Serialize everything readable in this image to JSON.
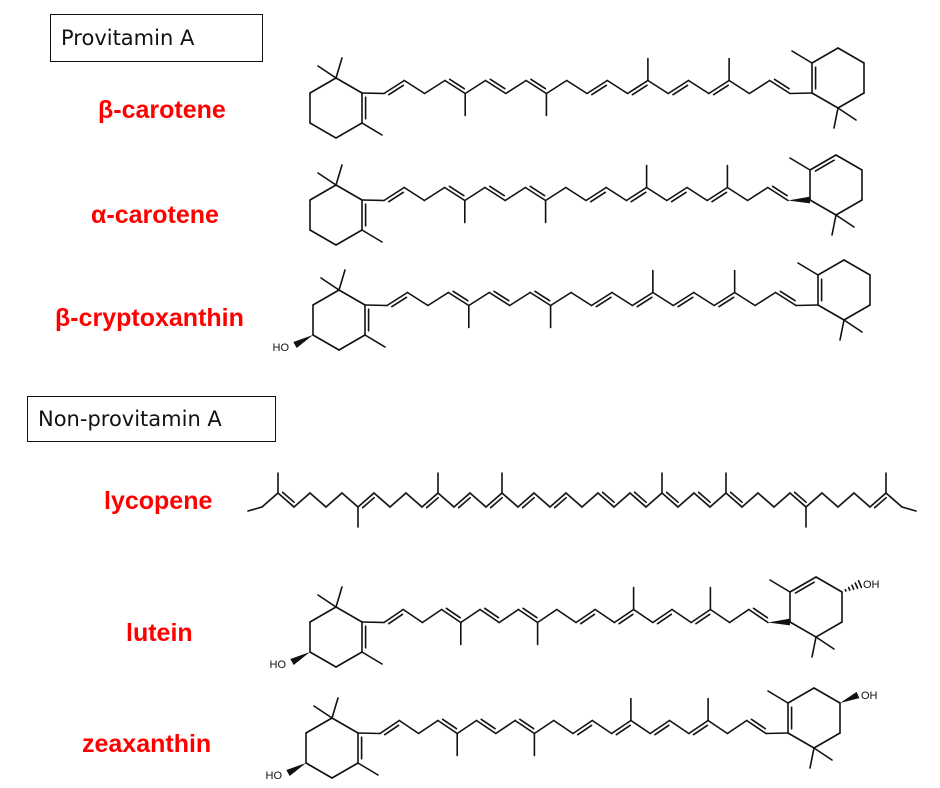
{
  "groups": [
    {
      "label": "Provitamin A"
    },
    {
      "label": "Non-provitamin A"
    }
  ],
  "compounds": [
    {
      "name": "β-carotene"
    },
    {
      "name": "α-carotene"
    },
    {
      "name": "β-cryptoxanthin"
    },
    {
      "name": "lycopene"
    },
    {
      "name": "lutein"
    },
    {
      "name": "zeaxanthin"
    }
  ],
  "hydroxyl_label": "HO",
  "hydroxyl_label_right": "OH",
  "colors": {
    "name_text": "#ff0000",
    "bond": "#111111",
    "box_border": "#111111"
  }
}
